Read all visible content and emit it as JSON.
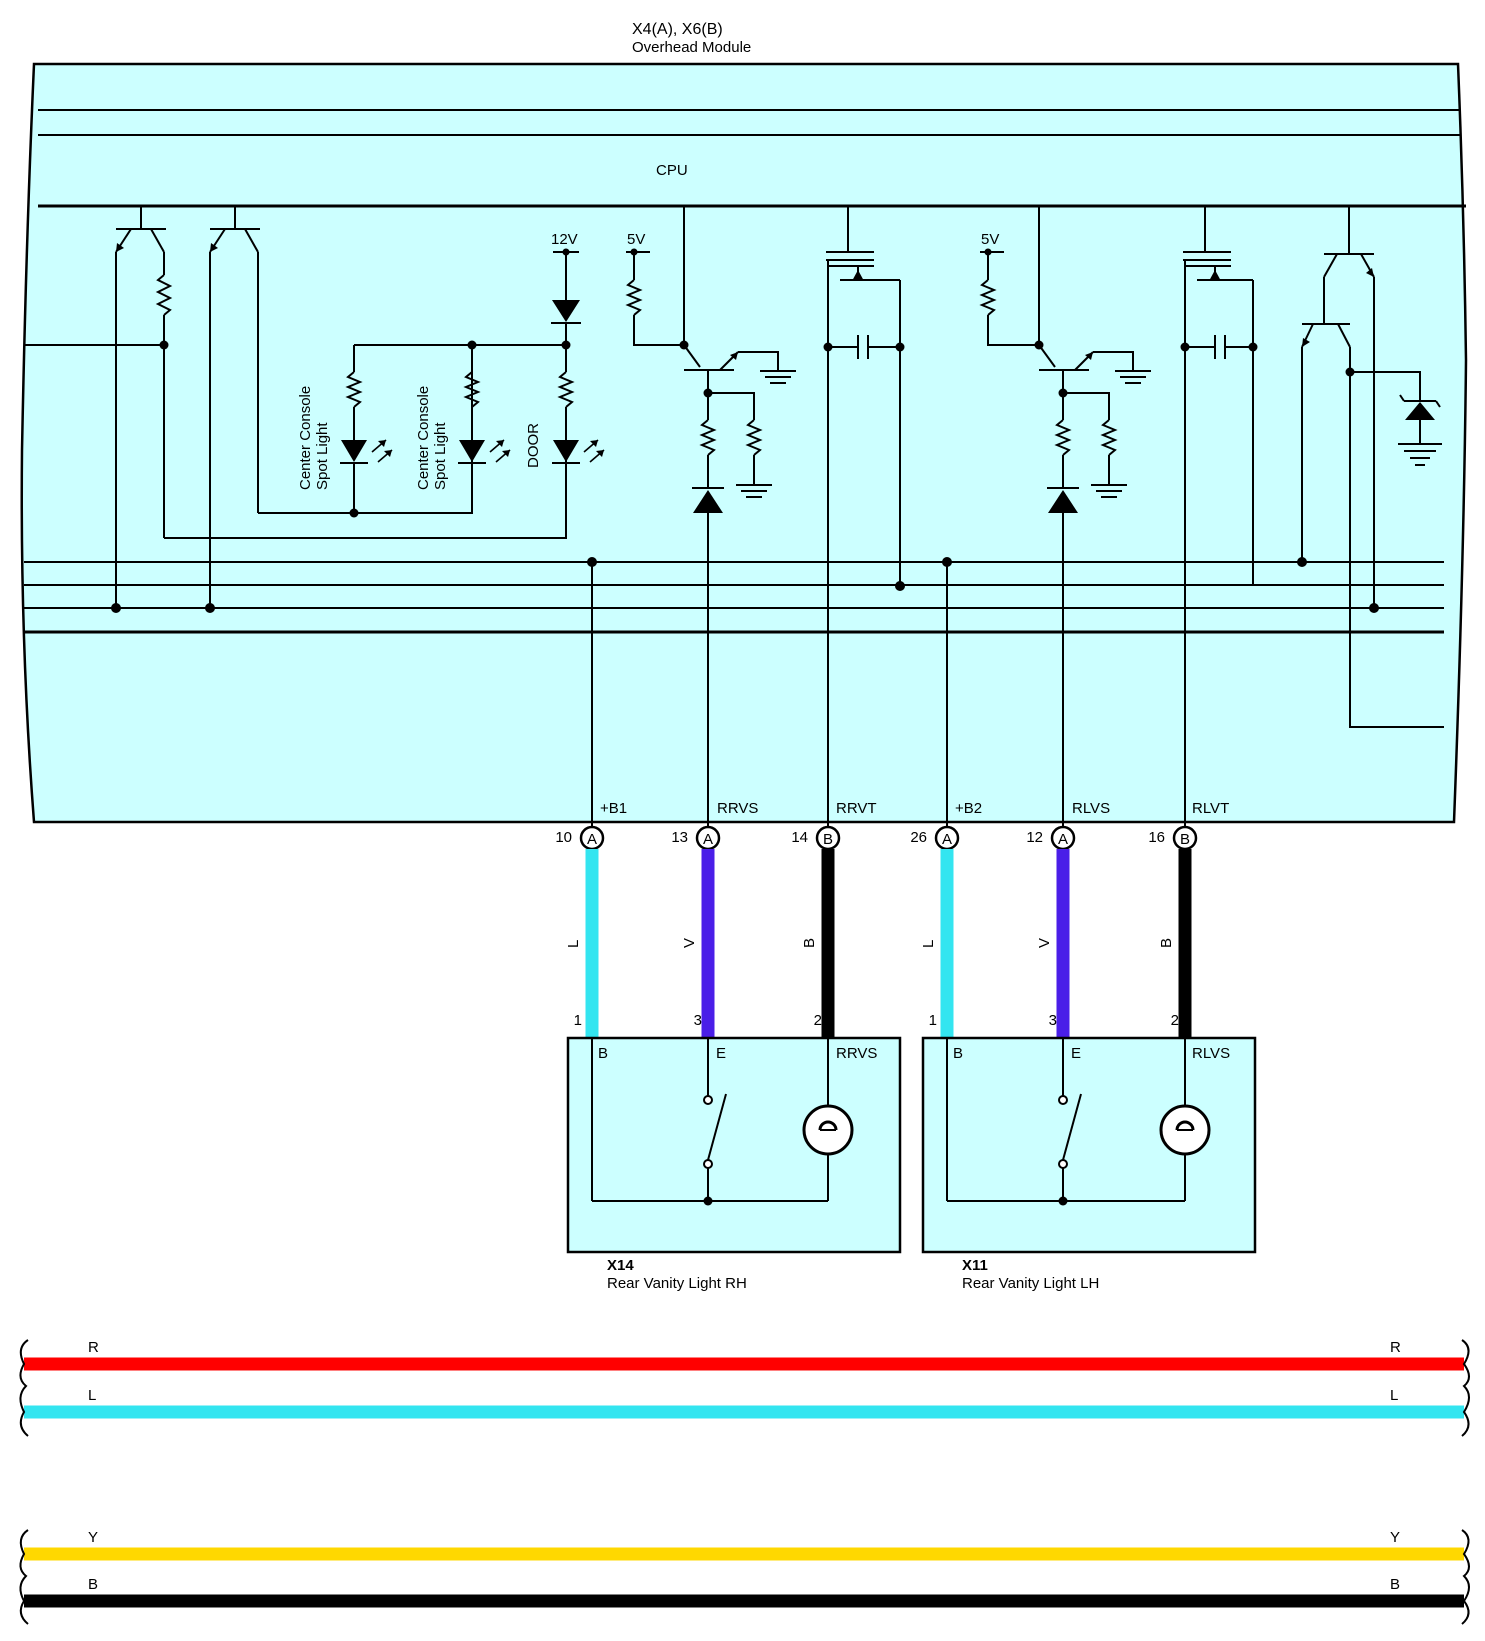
{
  "module": {
    "connector": "X4(A), X6(B)",
    "name": "Overhead Module",
    "cpu_label": "CPU",
    "voltage_12v": "12V",
    "voltage_5v_a": "5V",
    "voltage_5v_b": "5V",
    "led_labels": {
      "center_console_1_line1": "Center Console",
      "center_console_1_line2": "Spot Light",
      "center_console_2_line1": "Center Console",
      "center_console_2_line2": "Spot Light",
      "door": "DOOR"
    },
    "pins": [
      {
        "signal": "+B1",
        "number": "10",
        "connector": "A"
      },
      {
        "signal": "RRVS",
        "number": "13",
        "connector": "A"
      },
      {
        "signal": "RRVT",
        "number": "14",
        "connector": "B"
      },
      {
        "signal": "+B2",
        "number": "26",
        "connector": "A"
      },
      {
        "signal": "RLVS",
        "number": "12",
        "connector": "A"
      },
      {
        "signal": "RLVT",
        "number": "16",
        "connector": "B"
      }
    ]
  },
  "wires": [
    {
      "code": "L",
      "color": "#33e5f0"
    },
    {
      "code": "V",
      "color": "#4a1ee8"
    },
    {
      "code": "B",
      "color": "#000000"
    },
    {
      "code": "L",
      "color": "#33e5f0"
    },
    {
      "code": "V",
      "color": "#4a1ee8"
    },
    {
      "code": "B",
      "color": "#000000"
    }
  ],
  "components": [
    {
      "id": "X14",
      "name": "Rear Vanity Light RH",
      "pin_numbers": [
        "1",
        "3",
        "2"
      ],
      "terminals": [
        "B",
        "E",
        "RRVS"
      ]
    },
    {
      "id": "X11",
      "name": "Rear Vanity Light LH",
      "pin_numbers": [
        "1",
        "3",
        "2"
      ],
      "terminals": [
        "B",
        "E",
        "RLVS"
      ]
    }
  ],
  "harness": [
    {
      "code": "R",
      "color": "#ff0000"
    },
    {
      "code": "L",
      "color": "#33e5f0"
    },
    {
      "code": "Y",
      "color": "#ffd800"
    },
    {
      "code": "B",
      "color": "#000000"
    }
  ]
}
